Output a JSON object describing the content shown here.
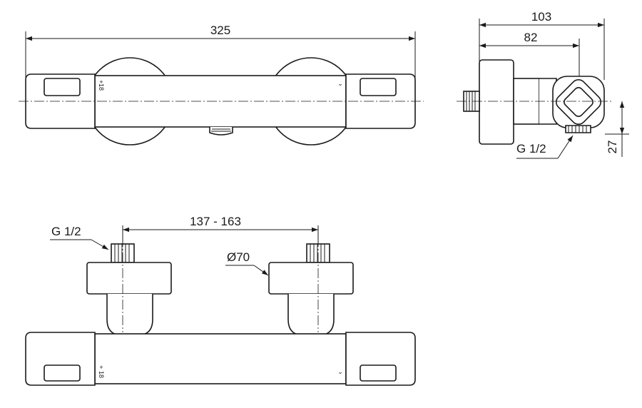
{
  "drawing": {
    "front_view": {
      "overall_length": "325",
      "temp_scale_plus": "+",
      "temp_scale_digits": "18",
      "flow_mark": "⌄"
    },
    "side_view": {
      "depth_total": "103",
      "depth_inner": "82",
      "outlet_height": "27",
      "outlet_thread": "G 1/2"
    },
    "top_view": {
      "inlet_spacing": "137 - 163",
      "inlet_thread": "G 1/2",
      "cover_diameter": "Ø70",
      "temp_scale_plus": "+",
      "temp_scale_digits": "18",
      "flow_mark": "⌄"
    }
  }
}
